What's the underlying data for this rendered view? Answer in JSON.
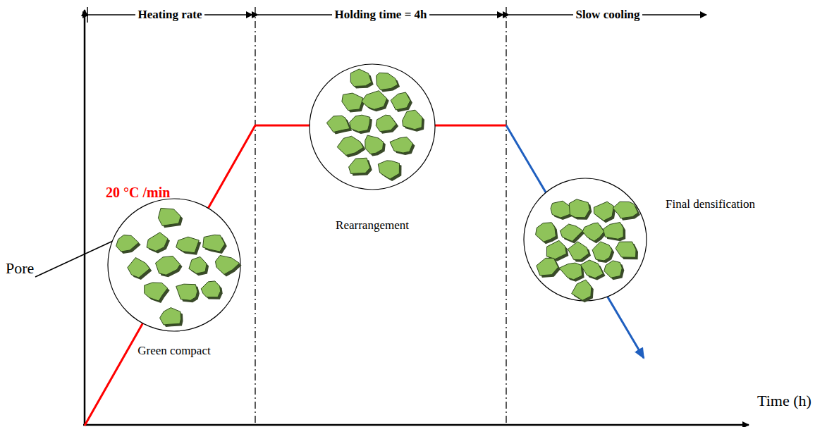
{
  "diagram": {
    "nodes": [
      {
        "text": [
          "Green compact"
        ]
      },
      {
        "text": [
          "Rearrangement"
        ]
      },
      {
        "text": [
          "Final densification"
        ]
      }
    ],
    "labels": [
      "Heating rate",
      "Holding time = 4h",
      "Slow cooling",
      "20 °C /min",
      "Pore",
      "Time (h)"
    ]
  }
}
